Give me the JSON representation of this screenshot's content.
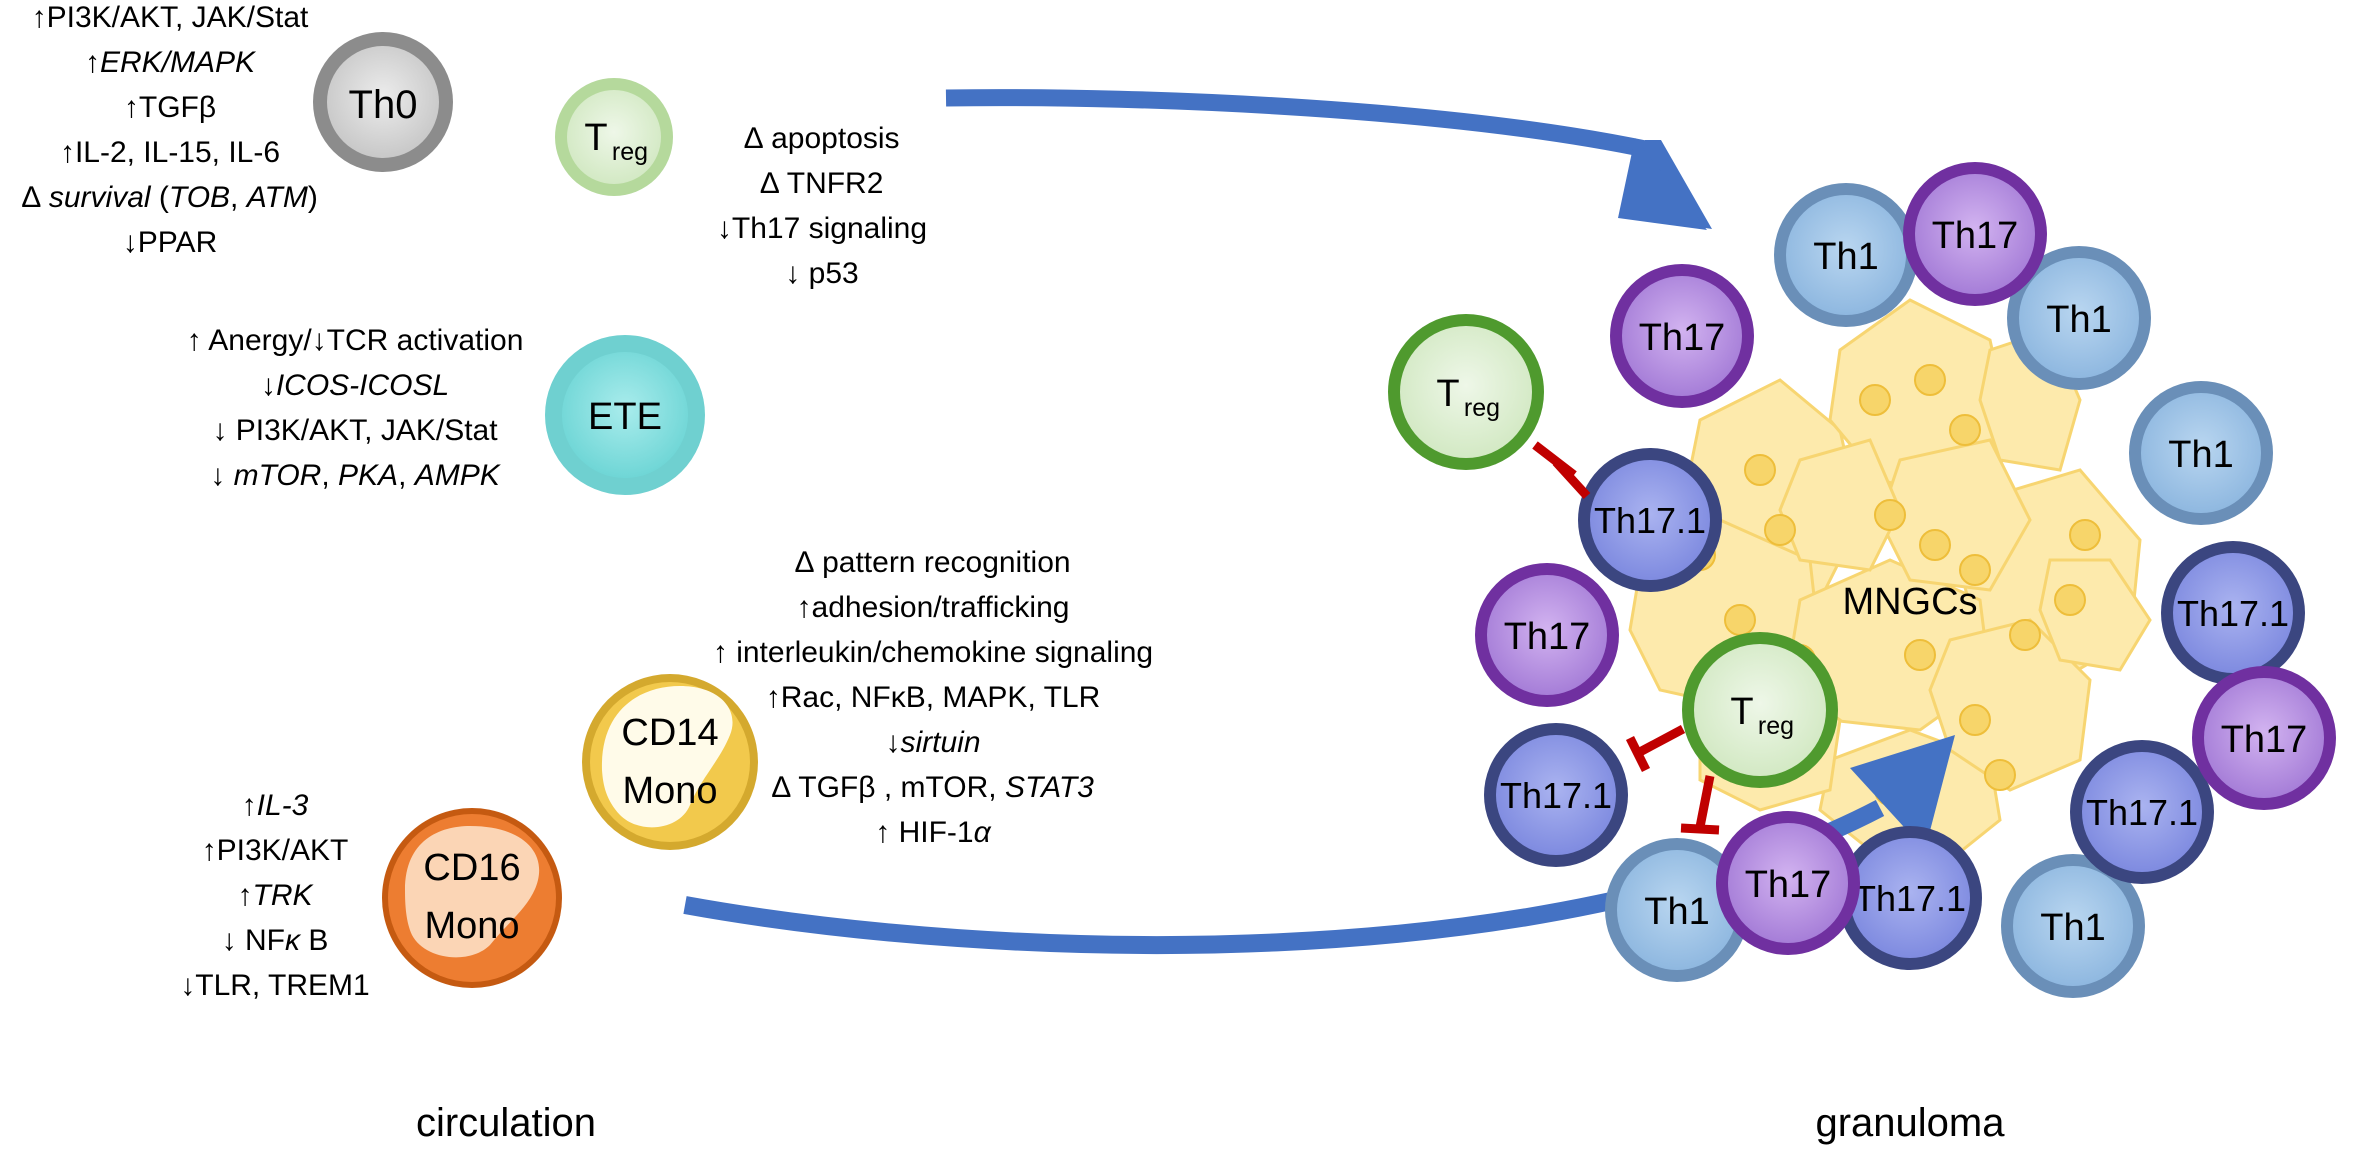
{
  "cells": {
    "th0": "Th0",
    "treg_main": "T",
    "treg_sub": "reg",
    "ete": "ETE",
    "cd14_line1": "CD14",
    "cd14_line2": "Mono",
    "cd16_line1": "CD16",
    "cd16_line2": "Mono",
    "th1": "Th1",
    "th17": "Th17",
    "th171": "Th17.1",
    "mngcs": "MNGCs"
  },
  "th0_effects": {
    "l1": "↑PI3K/AKT, JAK/Stat",
    "l2_arrow": "↑",
    "l2_italic": "ERK/MAPK",
    "l3": "↑TGFβ",
    "l4": "↑IL-2, IL-15, IL-6",
    "l5_pre": "∆ ",
    "l5_italic": "survival",
    "l5_mid": " (",
    "l5_i2": "TOB",
    "l5_comma": ", ",
    "l5_i3": "ATM",
    "l5_end": ")",
    "l6": "↓PPAR"
  },
  "treg_effects": {
    "l1": "∆ apoptosis",
    "l2": "∆ TNFR2",
    "l3": "↓Th17 signaling",
    "l4": "↓ p53"
  },
  "ete_effects": {
    "l1": "↑ Anergy/↓TCR activation",
    "l2_arrow": "↓",
    "l2_italic": "ICOS-ICOSL",
    "l3": "↓ PI3K/AKT, JAK/Stat",
    "l4_arrow": "↓ ",
    "l4_i1": "mTOR",
    "l4_c1": ", ",
    "l4_i2": "PKA",
    "l4_c2": ", ",
    "l4_i3": "AMPK"
  },
  "cd14_effects": {
    "l1": "∆ pattern recognition",
    "l2": "↑adhesion/trafficking",
    "l3": "↑ interleukin/chemokine signaling",
    "l4": "↑Rac, NFκB, MAPK, TLR",
    "l5_arrow": "↓",
    "l5_italic": "sirtuin",
    "l6_pre": "∆ TGFβ , mTOR, ",
    "l6_italic": "STAT3",
    "l7_pre": "↑ HIF-1",
    "l7_italic": "α"
  },
  "cd16_effects": {
    "l1_arrow": "↑",
    "l1_italic": "IL-3",
    "l2": "↑PI3K/AKT",
    "l3_arrow": "↑",
    "l3_italic": "TRK",
    "l4_pre": "↓ NF",
    "l4_italic": "κ",
    "l4_post": " B",
    "l5": "↓TLR, TREM1"
  },
  "regions": {
    "left": "circulation",
    "right": "granuloma"
  },
  "colors": {
    "th0_ring": "#7f7f7f",
    "th0_fill": "#d9d9d9",
    "treg_ring": "#4f9a2e",
    "treg_fill": "#e2f0d9",
    "ete_ring": "#3fbfbf",
    "ete_fill": "#7fe0e0",
    "cd14_ring": "#c9a227",
    "cd14_fill": "#f2c94c",
    "cd16_ring": "#c55a11",
    "cd16_fill": "#ed7d31",
    "th1_ring": "#6a8fb8",
    "th1_fill": "#9dc3e6",
    "th17_ring": "#7030a0",
    "th17_fill": "#b98ee0",
    "th171_ring": "#3b4680",
    "th171_fill": "#8f9be6",
    "mngc_fill": "#fde9a8",
    "mngc_edge": "#f7d36a",
    "arrow": "#4472c4",
    "inhibit": "#c00000"
  }
}
